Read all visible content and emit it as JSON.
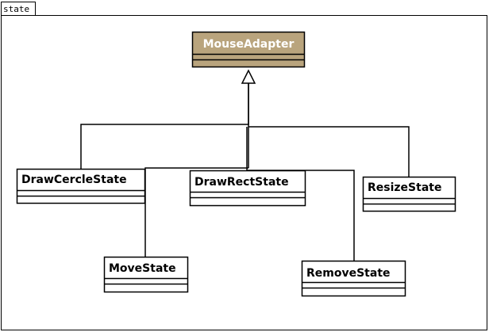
{
  "package": {
    "name": "state"
  },
  "colors": {
    "parent_fill": "#b9a47d",
    "parent_text": "#ffffff",
    "class_fill": "#ffffff",
    "stroke": "#000000"
  },
  "classes": [
    {
      "id": "mouse-adapter",
      "name": "MouseAdapter"
    },
    {
      "id": "draw-cercle-state",
      "name": "DrawCercleState"
    },
    {
      "id": "draw-rect-state",
      "name": "DrawRectState"
    },
    {
      "id": "resize-state",
      "name": "ResizeState"
    },
    {
      "id": "move-state",
      "name": "MoveState"
    },
    {
      "id": "remove-state",
      "name": "RemoveState"
    }
  ],
  "relationships": [
    {
      "type": "generalization",
      "from": "DrawCercleState",
      "to": "MouseAdapter"
    },
    {
      "type": "generalization",
      "from": "DrawRectState",
      "to": "MouseAdapter"
    },
    {
      "type": "generalization",
      "from": "ResizeState",
      "to": "MouseAdapter"
    },
    {
      "type": "generalization",
      "from": "MoveState",
      "to": "MouseAdapter"
    },
    {
      "type": "generalization",
      "from": "RemoveState",
      "to": "MouseAdapter"
    }
  ]
}
